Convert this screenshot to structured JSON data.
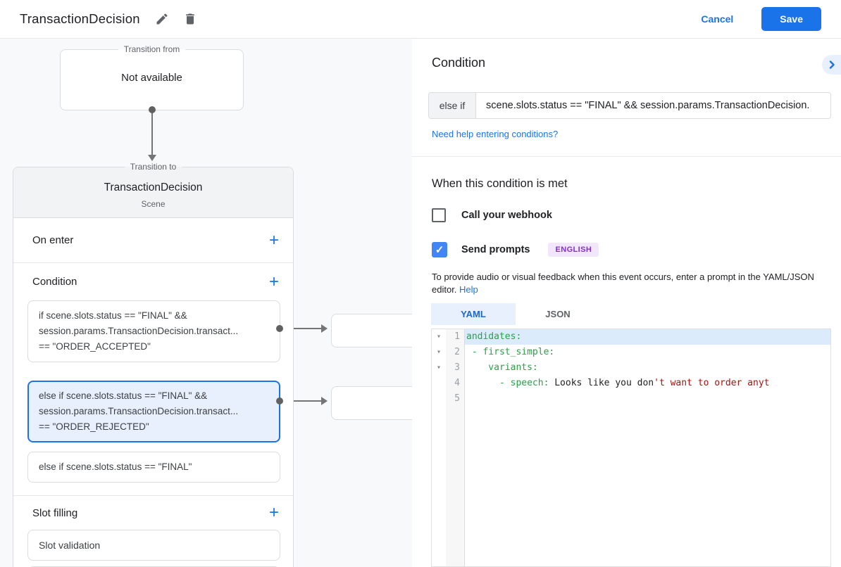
{
  "header": {
    "title": "TransactionDecision",
    "cancel_label": "Cancel",
    "save_label": "Save"
  },
  "flow": {
    "from_box": {
      "legend": "Transition from",
      "label": "Not available"
    },
    "to_box": {
      "legend": "Transition to",
      "title": "TransactionDecision",
      "subtitle": "Scene"
    },
    "sections": {
      "on_enter": "On enter",
      "condition": "Condition",
      "slot_filling": "Slot filling"
    },
    "condition_cards": [
      {
        "line1": "if scene.slots.status == \"FINAL\" &&",
        "line2": "session.params.TransactionDecision.transact...",
        "line3": "== \"ORDER_ACCEPTED\""
      },
      {
        "line1": "else if scene.slots.status == \"FINAL\" &&",
        "line2": "session.params.TransactionDecision.transact...",
        "line3": "== \"ORDER_REJECTED\""
      },
      {
        "line1": "else if scene.slots.status == \"FINAL\""
      }
    ],
    "slot_card_label": "Slot validation"
  },
  "panel": {
    "heading": "Condition",
    "condition_prefix": "else if",
    "condition_value": "scene.slots.status == \"FINAL\" && session.params.TransactionDecision.",
    "help_link": "Need help entering conditions?",
    "met_heading": "When this condition is met",
    "webhook_label": "Call your webhook",
    "prompts_label": "Send prompts",
    "language_badge": "ENGLISH",
    "hint_text": "To provide audio or visual feedback when this event occurs, enter a prompt in the YAML/JSON editor. ",
    "hint_help_label": "Help",
    "tabs": {
      "yaml": "YAML",
      "json": "JSON"
    }
  },
  "editor": {
    "lines": [
      {
        "n": "1",
        "key": "andidates:"
      },
      {
        "n": "2",
        "key": " - first_simple:"
      },
      {
        "n": "3",
        "key": "    variants:"
      },
      {
        "n": "4",
        "key": "      - speech:",
        "plain": " Looks like you don",
        "str": "'t want to order anyt"
      },
      {
        "n": "5"
      }
    ]
  },
  "icons": {
    "plus": "+",
    "fold": "▾",
    "check": "✓"
  },
  "colors": {
    "accent_blue": "#1a73e8",
    "selected_card_bg": "#e8f0fe",
    "selected_card_border": "#1a73e8",
    "badge_bg": "#f1e6fb",
    "badge_text": "#8430ce",
    "code_key_green": "#2aa04a",
    "code_string_red": "#aa1111",
    "line_highlight": "#dcebfb",
    "canvas_bg": "#f8f9fa"
  }
}
